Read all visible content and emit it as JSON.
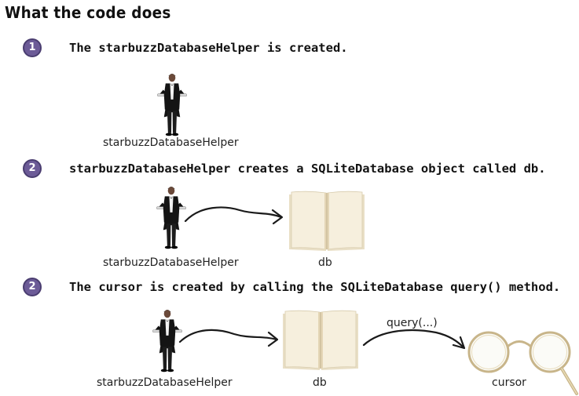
{
  "title": "What the code does",
  "steps": [
    {
      "number": "1",
      "text": "The starbuzzDatabaseHelper is created."
    },
    {
      "number": "2",
      "text": "starbuzzDatabaseHelper creates a SQLiteDatabase object called db."
    },
    {
      "number": "2",
      "text": "The cursor is created by calling the SQLiteDatabase query() method."
    }
  ],
  "labels": {
    "helper": "starbuzzDatabaseHelper",
    "db": "db",
    "query": "query(...)",
    "cursor": "cursor"
  },
  "colors": {
    "badge": "#6c5b97",
    "book_page": "#f4ecd8",
    "arrow": "#1a1a1a"
  }
}
